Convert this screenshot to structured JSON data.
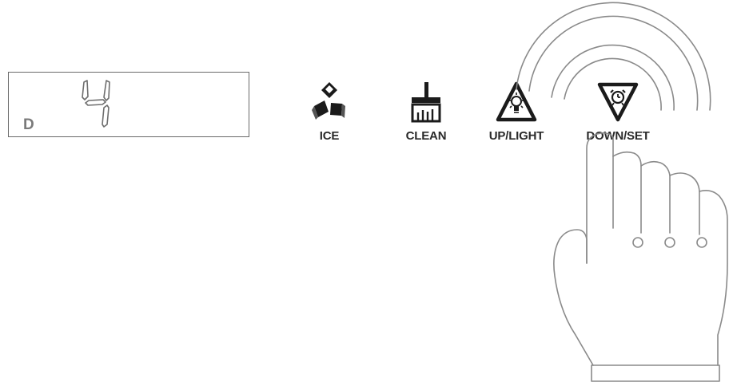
{
  "display": {
    "mode_letter": "D",
    "digit_value": "4"
  },
  "buttons": [
    {
      "label": "ICE",
      "icon": "ice-cubes-icon"
    },
    {
      "label": "CLEAN",
      "icon": "brush-icon"
    },
    {
      "label": "UP/LIGHT",
      "icon": "light-triangle-icon"
    },
    {
      "label": "DOWN/SET",
      "icon": "alarm-clock-triangle-icon"
    }
  ],
  "illustration": {
    "icon": "pointing-hand-icon",
    "pressed_button": "DOWN/SET"
  }
}
